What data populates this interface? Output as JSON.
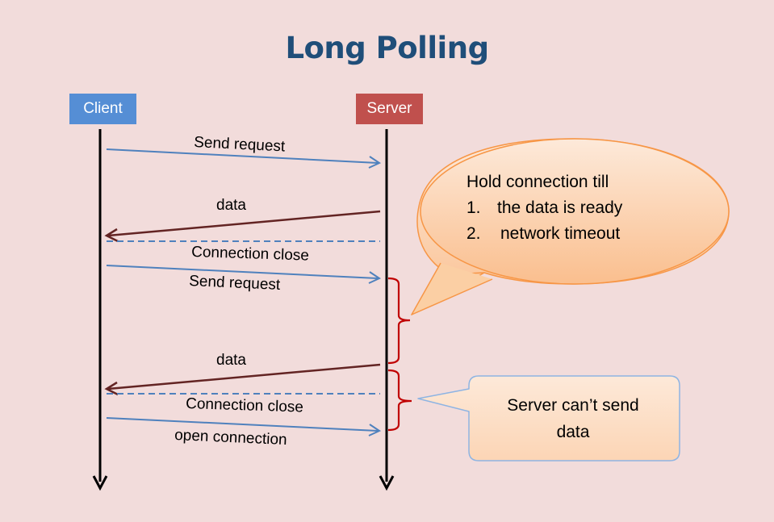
{
  "title": "Long Polling",
  "client": {
    "label": "Client",
    "color": "#558ed5"
  },
  "server": {
    "label": "Server",
    "color": "#c0504d"
  },
  "messages": [
    {
      "label": "Send request",
      "direction": "client-to-server",
      "style": "solid",
      "color": "#4f81bd"
    },
    {
      "label": "data",
      "direction": "server-to-client",
      "style": "solid",
      "color": "#632423"
    },
    {
      "label": "Connection close",
      "direction": "none",
      "style": "dashed",
      "color": "#4f81bd"
    },
    {
      "label": "Send request",
      "direction": "client-to-server",
      "style": "solid",
      "color": "#4f81bd"
    },
    {
      "label": "data",
      "direction": "server-to-client",
      "style": "solid",
      "color": "#632423"
    },
    {
      "label": "Connection close",
      "direction": "none",
      "style": "dashed",
      "color": "#4f81bd"
    },
    {
      "label": "open connection",
      "direction": "client-to-server",
      "style": "solid",
      "color": "#4f81bd"
    }
  ],
  "note_hold": {
    "title": "Hold connection till",
    "items": [
      {
        "num": "1.",
        "text": "the data is ready"
      },
      {
        "num": "2.",
        "text": "network timeout"
      }
    ],
    "fill": "#fcd5b5"
  },
  "note_cant_send": {
    "line1": "Server can’t send",
    "line2": "data",
    "fill": "#fcd5b5"
  },
  "bracket_color": "#c00000"
}
